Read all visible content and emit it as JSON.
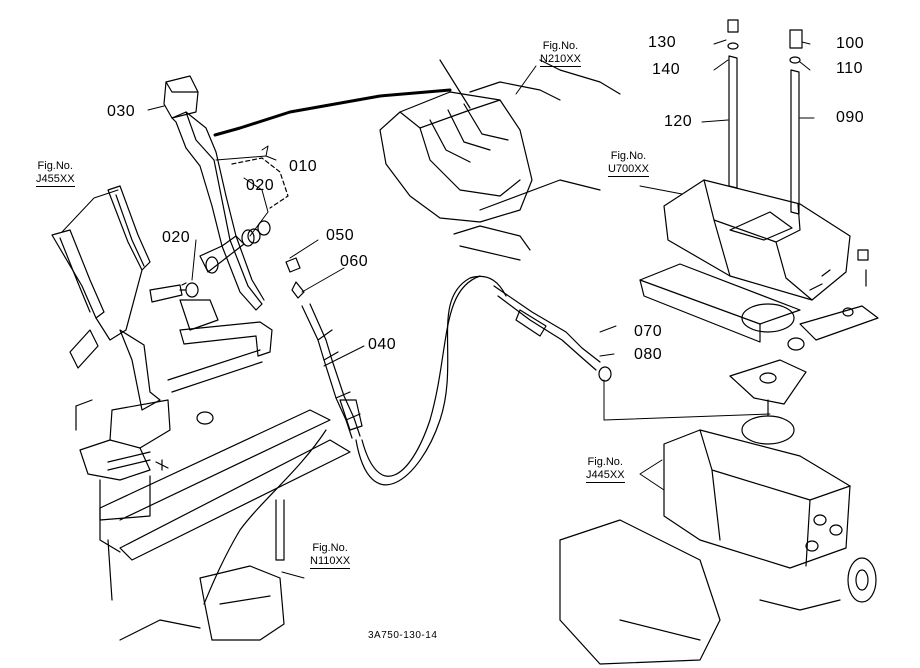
{
  "parts": {
    "p030": "030",
    "p010": "010",
    "p020a": "020",
    "p020b": "020",
    "p050": "050",
    "p060": "060",
    "p040": "040",
    "p070": "070",
    "p080": "080",
    "p130": "130",
    "p140": "140",
    "p120": "120",
    "p100": "100",
    "p110": "110",
    "p090": "090"
  },
  "figure_refs": {
    "fig_label": "Fig.No.",
    "n210": "N210XX",
    "j455": "J455XX",
    "u700": "U700XX",
    "j445": "J445XX",
    "n110": "N110XX"
  },
  "drawing_code": "3A750-130-14"
}
